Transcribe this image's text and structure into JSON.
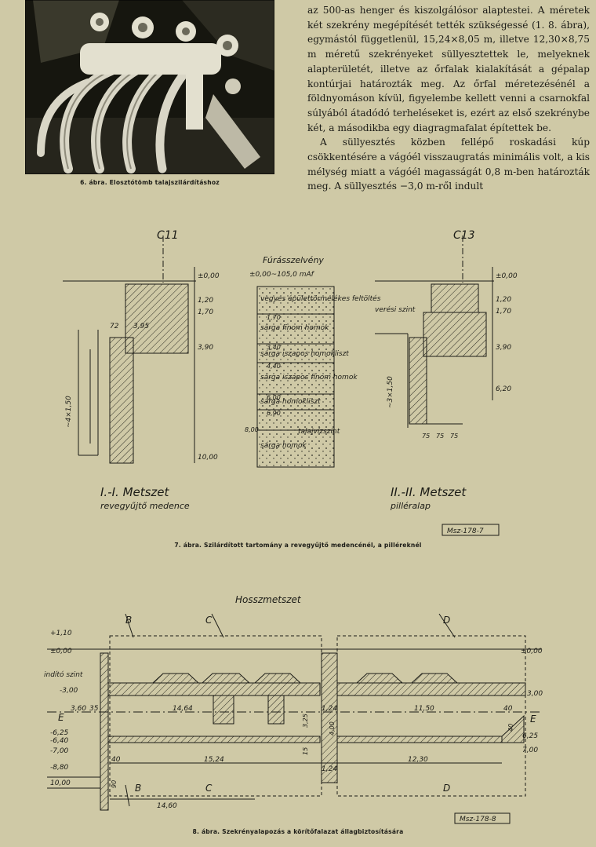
{
  "article": {
    "paragraphs": [
      "az 500-as henger és kiszolgálósor alaptestei. A méretek két szekrény megépítését tették szükségessé (1. 8. ábra), egymástól függetlenül, 15,24×8,05 m, illetve 12,30×8,75 m méretű szekrényeket süllyesztettek le, melyeknek alapterületét, illetve az őrfalak kialakítását a gépalap kontúrjai határozták meg. Az őrfal méretezésénél a földnyomáson kívül, figyelembe kellett venni a csarnokfal súlyából átadódó terheléseket is, ezért az első szekrénybe két, a másodikba egy diagragmafalat építettek be.",
      "A süllyesztés közben fellépő roskadási kúp csökkentésére a vágóél visszaugratás minimális volt, a kis mélység miatt a vágóél magasságát 0,8 m-ben határozták meg. A süllyesztés −3,0 m-ről indult"
    ]
  },
  "figures": {
    "fig6": {
      "caption": "6. ábra. Elosztótömb talajszilárdításhoz"
    },
    "fig7": {
      "caption": "7. ábra. Szilárdított tartomány a revegyűjtő medencénél, a pilléreknél",
      "left_col_label": "C11",
      "right_col_label": "C13",
      "left_levels": [
        "±0,00",
        "1,20",
        "1,70",
        "3,90",
        "10,00"
      ],
      "left_dims": [
        "3,95",
        "72",
        "~4×1,50"
      ],
      "left_title": "I.-I. Metszet",
      "left_subtitle": "revegyűjtő medence",
      "profile_title": "Fúrásszelvény",
      "profile_elev": "±0,00~105,0 mAf",
      "profile_layers": [
        "vegyes épülettörmelékes feltöltés",
        "sárga finom homok",
        "sárga iszapos homokliszt",
        "sárga iszapos finom homok",
        "sárga homokliszt",
        "sárga homok"
      ],
      "profile_depths": [
        "1,70",
        "3,40",
        "4,40",
        "6,00",
        "6,90",
        "8,00"
      ],
      "water_label": "talajvízszint",
      "right_levels": [
        "±0,00",
        "1,20",
        "1,70",
        "3,90",
        "6,20"
      ],
      "right_dims": [
        "~3×1,50",
        "75",
        "75",
        "75"
      ],
      "right_water_label": "verési szint",
      "right_title": "II.-II. Metszet",
      "right_subtitle": "pilléralap",
      "stamp": "Msz-178-7"
    },
    "fig8": {
      "caption": "8. ábra. Szekrényalapozás a körítőfalazat állagbiztosítására",
      "title": "Hosszmetszet",
      "section_markers": [
        "B",
        "C",
        "D",
        "E"
      ],
      "left_levels": [
        "+1,10",
        "±0,00",
        "indító szint",
        "-3,00",
        "-6,25",
        "-6,40",
        "-7,00",
        "-8,80",
        "10,00"
      ],
      "right_levels": [
        "±0,00",
        "3,00",
        "6,25",
        "7,00"
      ],
      "dims_top": [
        "3,60",
        "35",
        "14,64",
        "3,25",
        "1,24",
        "11,50",
        "40"
      ],
      "dims_vert": [
        "4,00",
        "15",
        "40"
      ],
      "dims_bottom": [
        "40",
        "15,24",
        "1,24",
        "12,30",
        "14,60",
        "90"
      ],
      "stamp": "Msz-178-8"
    }
  }
}
